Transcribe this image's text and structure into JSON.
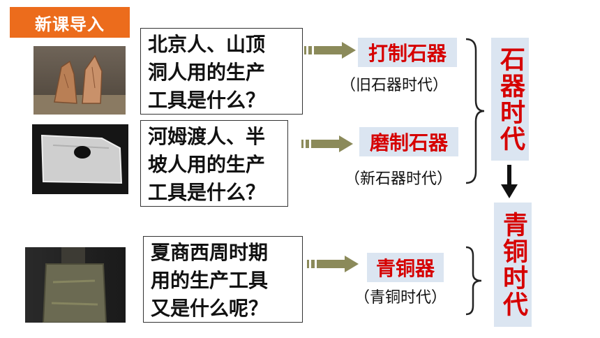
{
  "header": {
    "tag": "新课导入"
  },
  "rows": [
    {
      "question": [
        "北京人、山顶",
        "洞人用的生产",
        "工具是什么？"
      ],
      "answer": "打制石器",
      "era_note": "（旧石器时代）"
    },
    {
      "question": [
        "河姆渡人、半",
        "坡人用的生产",
        "工具是什么？"
      ],
      "answer": "磨制石器",
      "era_note": "（新石器时代）"
    },
    {
      "question": [
        "夏商西周时期",
        "用的生产工具",
        "又是什么呢？"
      ],
      "answer": "青铜器",
      "era_note": "（青铜时代）"
    }
  ],
  "eras": {
    "stone": "石器时代",
    "bronze": "青铜时代"
  },
  "colors": {
    "tag_bg": "#ec6c1c",
    "answer_text": "#d60000",
    "answer_bg": "#dbe5f1",
    "arrow": "#8b8a5a"
  }
}
